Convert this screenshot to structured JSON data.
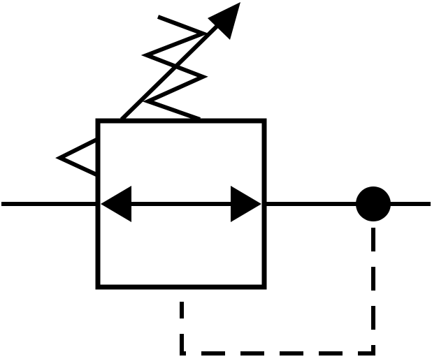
{
  "symbol": {
    "stroke_color": "#000000",
    "background": "#ffffff",
    "elements": [
      "flow-line",
      "valve-box",
      "adjustable-spring",
      "adjustment-arrow",
      "flow-path-double-arrow",
      "pilot-notch",
      "junction-dot",
      "pilot-dashed-line"
    ]
  }
}
